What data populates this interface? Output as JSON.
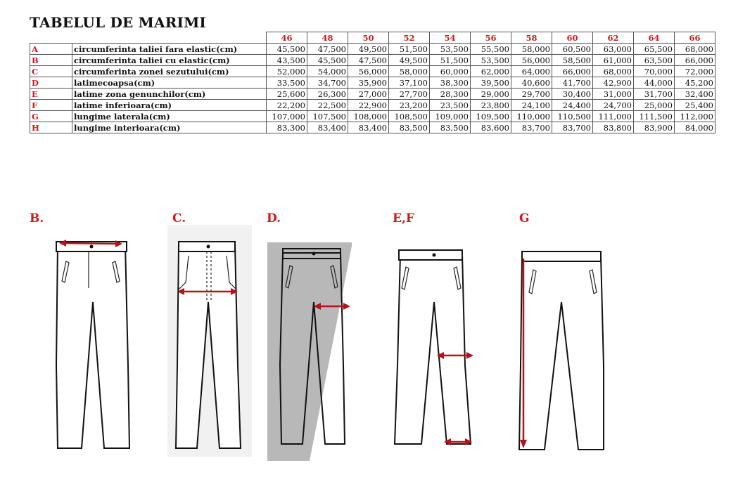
{
  "title": "TABELUL DE MARIMI",
  "table": {
    "sizes": [
      "46",
      "48",
      "50",
      "52",
      "54",
      "56",
      "58",
      "60",
      "62",
      "64",
      "66"
    ],
    "rows": [
      {
        "code": "A",
        "label": "circumferinta taliei fara elastic(cm)",
        "values": [
          "45,500",
          "47,500",
          "49,500",
          "51,500",
          "53,500",
          "55,500",
          "58,000",
          "60,500",
          "63,000",
          "65,500",
          "68,000"
        ]
      },
      {
        "code": "B",
        "label": "circumferinta taliei cu elastic(cm)",
        "values": [
          "43,500",
          "45,500",
          "47,500",
          "49,500",
          "51,500",
          "53,500",
          "56,000",
          "58,500",
          "61,000",
          "63,500",
          "66,000"
        ]
      },
      {
        "code": "C",
        "label": "circumferinta zonei sezutului(cm)",
        "values": [
          "52,000",
          "54,000",
          "56,000",
          "58,000",
          "60,000",
          "62,000",
          "64,000",
          "66,000",
          "68,000",
          "70,000",
          "72,000"
        ]
      },
      {
        "code": "D",
        "label": "latimecoapsa(cm)",
        "values": [
          "33,500",
          "34,700",
          "35,900",
          "37,100",
          "38,300",
          "39,500",
          "40,600",
          "41,700",
          "42,900",
          "44,000",
          "45,200"
        ]
      },
      {
        "code": "E",
        "label": "latime zona genunchilor(cm)",
        "values": [
          "25,600",
          "26,300",
          "27,000",
          "27,700",
          "28,300",
          "29,000",
          "29,700",
          "30,400",
          "31,000",
          "31,700",
          "32,400"
        ]
      },
      {
        "code": "F",
        "label": "latime inferioara(cm)",
        "values": [
          "22,200",
          "22,500",
          "22,900",
          "23,200",
          "23,500",
          "23,800",
          "24,100",
          "24,400",
          "24,700",
          "25,000",
          "25,400"
        ]
      },
      {
        "code": "G",
        "label": "lungime laterala(cm)",
        "values": [
          "107,000",
          "107,500",
          "108,000",
          "108,500",
          "109,000",
          "109,500",
          "110,000",
          "110,500",
          "111,000",
          "111,500",
          "112,000"
        ]
      },
      {
        "code": "H",
        "label": "lungime interioara(cm)",
        "values": [
          "83,300",
          "83,400",
          "83,400",
          "83,500",
          "83,500",
          "83,600",
          "83,700",
          "83,700",
          "83,800",
          "83,900",
          "84,000"
        ]
      }
    ]
  },
  "figures": [
    {
      "label": "B."
    },
    {
      "label": "C."
    },
    {
      "label": "D."
    },
    {
      "label": "E,F"
    },
    {
      "label": "G"
    }
  ]
}
